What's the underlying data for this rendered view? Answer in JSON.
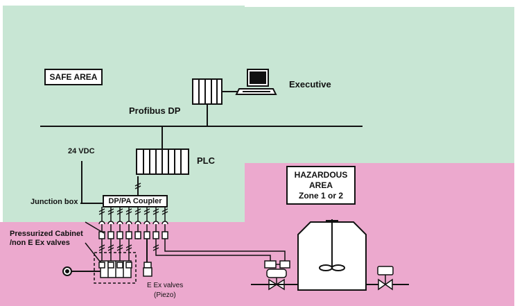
{
  "colors": {
    "safe": "#c8e6d4",
    "hazard": "#eca9ce",
    "line": "#111111"
  },
  "labels": {
    "safe_area": "SAFE AREA",
    "executive": "Executive",
    "profibus": "Profibus DP",
    "vdc": "24 VDC",
    "plc": "PLC",
    "hazardous_1": "HAZARDOUS",
    "hazardous_2": "AREA",
    "hazardous_3": "Zone 1 or 2",
    "junction": "Junction box",
    "coupler": "DP/PA Coupler",
    "cabinet_1": "Pressurized Cabinet",
    "cabinet_2": "/non E Ex valves",
    "eex_1": "E Ex valves",
    "eex_2": "(Piezo)"
  },
  "icons": [
    "computer-icon",
    "rack-module-icon",
    "valve-icon",
    "tank-icon",
    "agitator-icon",
    "pressure-sensor-icon"
  ]
}
